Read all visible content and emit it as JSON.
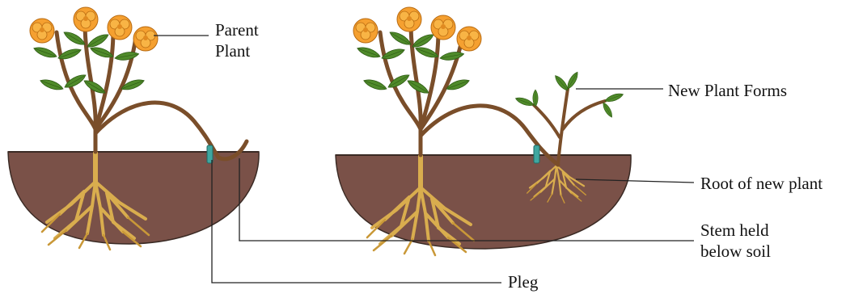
{
  "labels": {
    "parent_plant": [
      "Parent",
      "Plant"
    ],
    "new_plant_forms": "New Plant Forms",
    "root_of_new_plant": "Root of new plant",
    "stem_held_below_soil": [
      "Stem held",
      "below soil"
    ],
    "pleg": "Pleg"
  },
  "colors": {
    "soil": "#7a5148",
    "soil_line": "#3a2a24",
    "stem": "#7a4e2a",
    "root": "#d9ad4e",
    "leaf": "#4f8a2a",
    "flower": "#f5a030",
    "peg": "#3fa7a0",
    "leader": "#222222"
  },
  "panels": [
    {
      "name": "parent-plant-layering",
      "stage": "stem pegged below soil"
    },
    {
      "name": "new-plant-formed",
      "stage": "new plant forms"
    }
  ]
}
